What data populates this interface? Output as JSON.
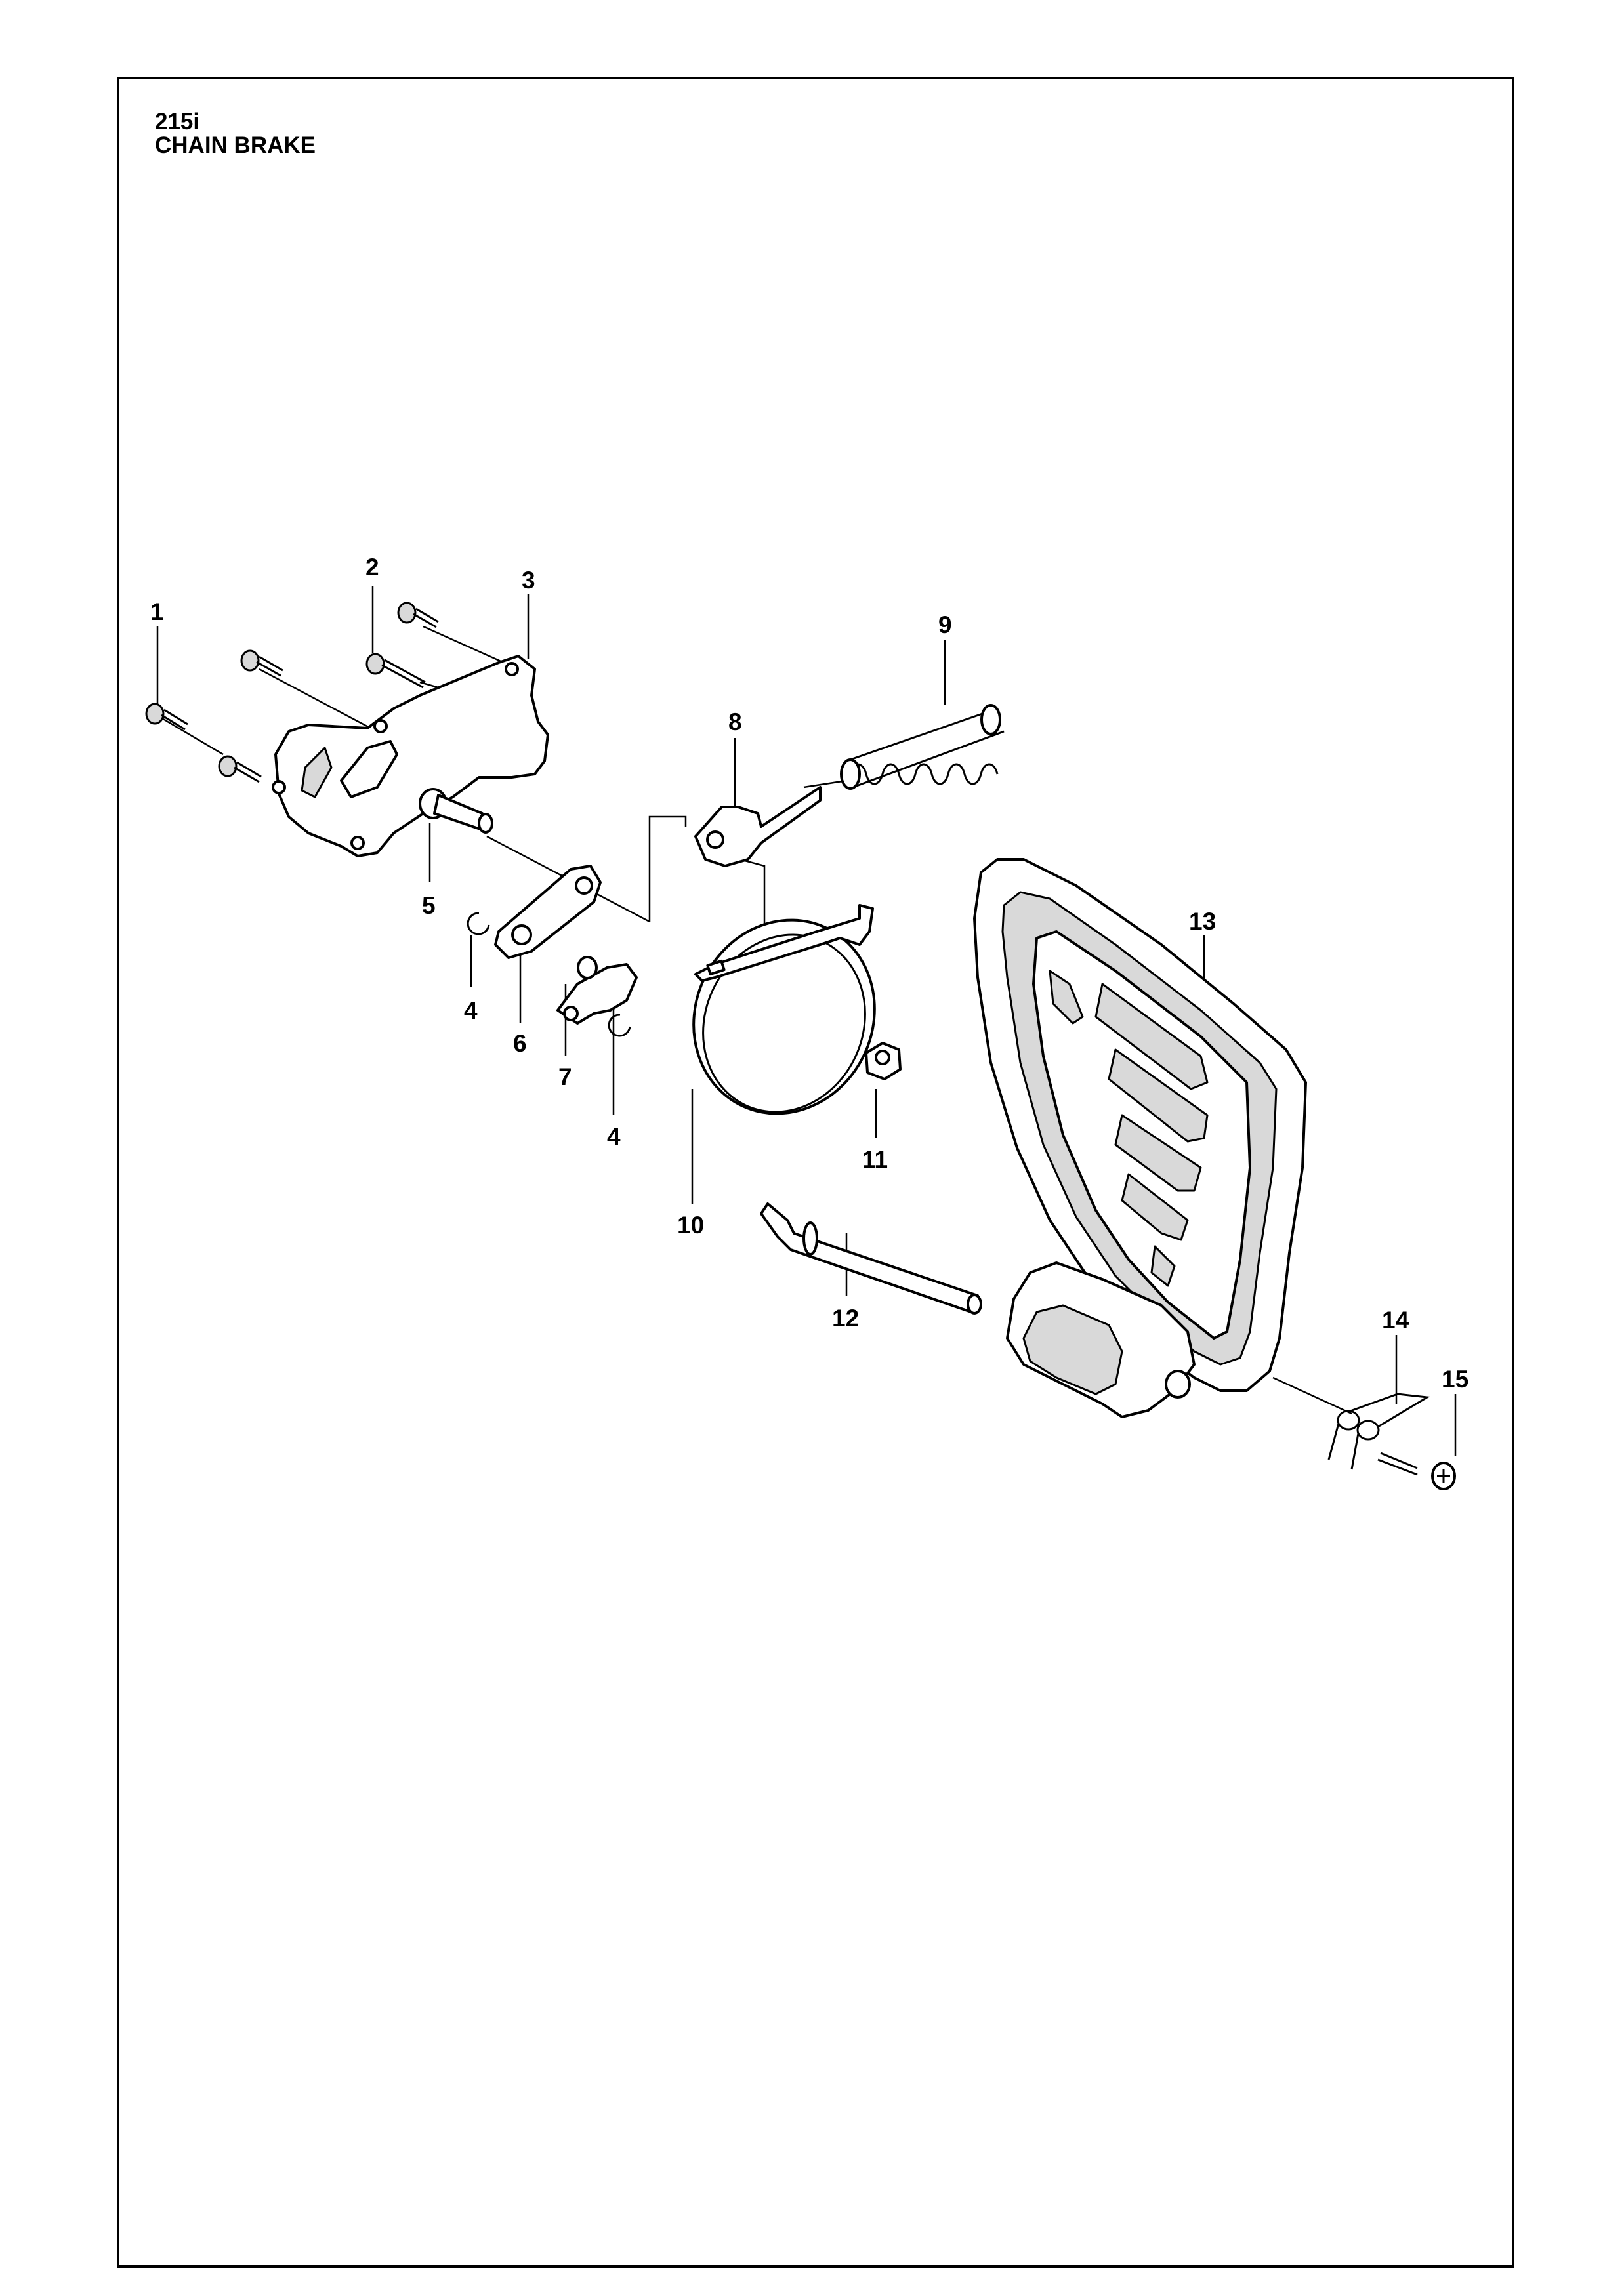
{
  "header": {
    "model": "215i",
    "title": "CHAIN BRAKE"
  },
  "callouts": [
    "1",
    "2",
    "3",
    "9",
    "8",
    "5",
    "13",
    "4",
    "6",
    "7",
    "4",
    "11",
    "10",
    "12",
    "14",
    "15"
  ]
}
